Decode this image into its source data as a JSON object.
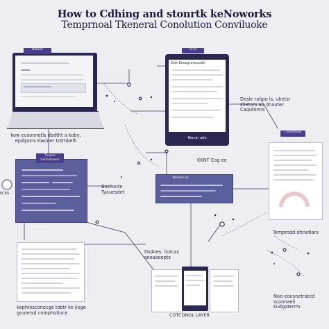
{
  "header": {
    "title_line1": "How to Cdhing and stonrtk keNoworks",
    "title_line2": "Temprnoal Tkeneral Conolution Conviluoke"
  },
  "laptop": {
    "tag": "Nabuet"
  },
  "caption_laptop": "kow ecoonnetls dbdtht a koby, epdipons Kwoner totmbelh",
  "phone": {
    "tag": "Orne",
    "heading": "Dok Eesugrosocodtl",
    "footer": "Rercar ado"
  },
  "caption_phone_side": "Desle rafgio ls, ubetsr shetors ab dnauter. Caqutonns",
  "side_doc": {
    "tag": "Cononthals"
  },
  "caption_side_doc": "Temprodd dhnetlare",
  "blue_panel_left": {
    "tag": "Ticooos Gonhofreeoo"
  },
  "left_edge_label": "KCRS",
  "caption_blue_mid": "Bocilonte Tyauesdet",
  "center_note": "KKNT Cog ee",
  "center_block": {
    "tag": "Nerseti oo"
  },
  "caption_bottom_center": "Dsdoes. liutcas seeaeoopts",
  "bottom_label": "COTCONOL LAYER",
  "caption_bottom_left": "kephtesconocge tobtr ke jiege gouiersd comphotioce",
  "caption_bottom_right": "Noe-eonsnetrated sconnaeli kudgaterrm"
}
